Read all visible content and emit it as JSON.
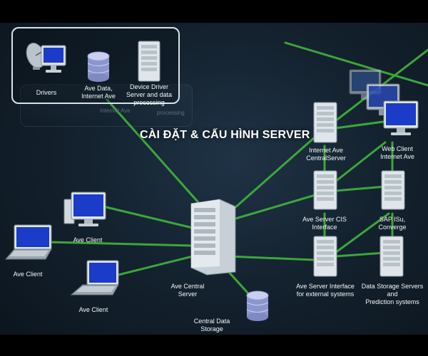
{
  "title": "CÀI ĐẶT & CẤU HÌNH SERVER",
  "panel": {
    "drivers": "Drivers",
    "ave_data": [
      "Ave Data,",
      "Internet Ave"
    ],
    "device_driver": [
      "Device Driver",
      "Server and data",
      "processing"
    ],
    "ghost_1": "Internet Ave",
    "ghost_2": "processing"
  },
  "nodes": {
    "internet_ave_server": [
      "Internet Ave",
      "CentralServer"
    ],
    "web_client": [
      "Web Client",
      "Internet Ave"
    ],
    "cis_server": [
      "Ave Server CIS",
      "Interface"
    ],
    "sap": [
      "SAP ISu,",
      "Converge"
    ],
    "ext_server": [
      "Ave Server Interface",
      "for external systems"
    ],
    "data_storage_servers": [
      "Data Storage Servers",
      "and",
      "Prediction systems"
    ],
    "central_server": [
      "Ave Central",
      "Server"
    ],
    "central_storage": [
      "Central Data",
      "Storage"
    ],
    "client_top": "Ave Client",
    "client_left": "Ave Client",
    "client_bottom": "Ave Client"
  },
  "colors": {
    "link": "#3fae3a",
    "background": "#16263a",
    "screen": "#1a3cc8"
  }
}
